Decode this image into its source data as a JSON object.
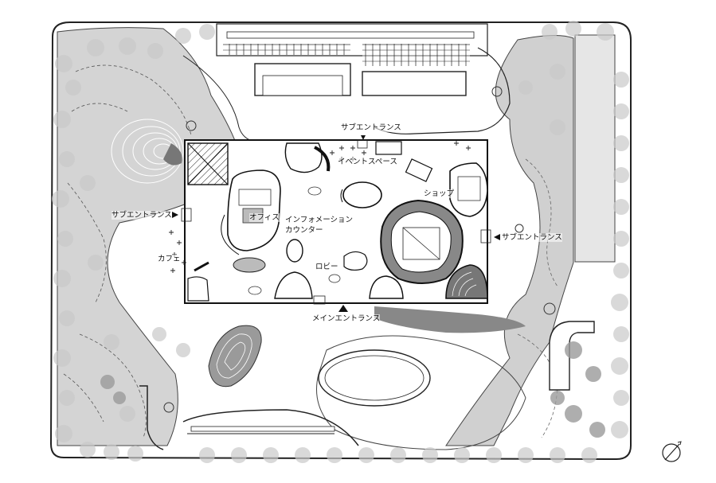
{
  "plan": {
    "labels": {
      "sub_entrance_top": "サブエントランス",
      "event_space": "イベントスペース",
      "shop": "ショップ",
      "office": "オフィス",
      "information_counter_line1": "インフォメーション",
      "information_counter_line2": "カウンター",
      "sub_entrance_left": "サブエントランス",
      "sub_entrance_right": "サブエントランス",
      "cafe": "カフェ",
      "lobby": "ロビー",
      "main_entrance": "メインエントランス"
    },
    "colors": {
      "line": "#222222",
      "tree_canopy": "#c9c9c9",
      "dark_fill": "#8a8a8a",
      "mid_fill": "#b4b4b4",
      "light_fill": "#dedede",
      "paper": "#ffffff"
    },
    "icons": {
      "north_arrow": "north-arrow-icon",
      "entrance_marker": "triangle-marker-icon"
    }
  }
}
